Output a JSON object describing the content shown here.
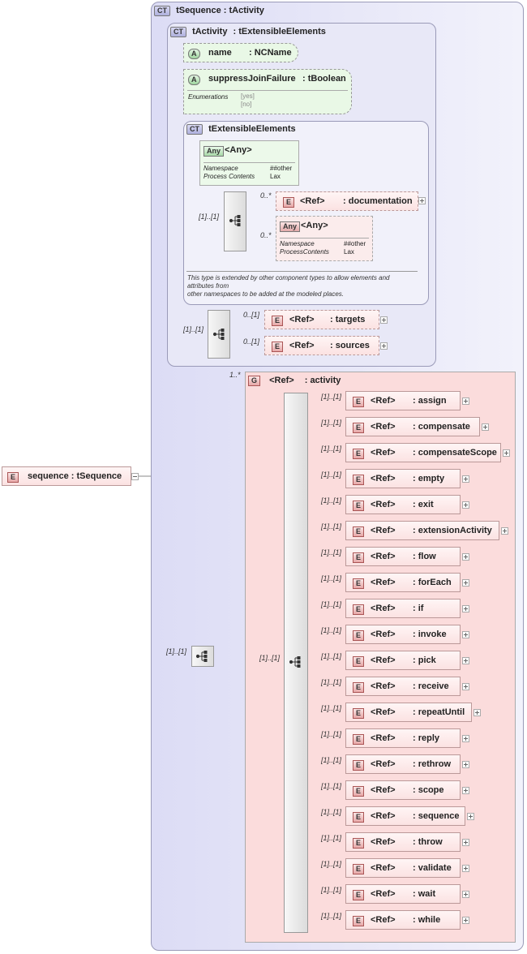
{
  "root": {
    "label": "sequence : tSequence",
    "badge": "E"
  },
  "tsequence": {
    "badge": "CT",
    "title": "tSequence : tActivity"
  },
  "tactivity": {
    "badge": "CT",
    "title_name": "tActivity",
    "title_type": ": tExtensibleElements",
    "attr_name": {
      "badge": "A",
      "name": "name",
      "type": ": NCName"
    },
    "attr_suppress": {
      "badge": "A",
      "name": "suppressJoinFailure",
      "type": ": tBoolean",
      "enum_label": "Enumerations",
      "enum_values": [
        "[yes]",
        "[no]"
      ]
    },
    "ext": {
      "badge": "CT",
      "title": "tExtensibleElements",
      "any1": {
        "badge": "Any",
        "label": "<Any>",
        "ns_label": "Namespace",
        "ns_value": "##other",
        "pc_label": "Process Contents",
        "pc_value": "Lax"
      },
      "seq_mult": "[1]..[1]",
      "doc": {
        "mult": "0..*",
        "badge": "E",
        "ref": "<Ref>",
        "name": ": documentation"
      },
      "any2": {
        "mult": "0..*",
        "badge": "Any",
        "label": "<Any>",
        "ns_label": "Namespace",
        "ns_value": "##other",
        "pc_label": "ProcessContents",
        "pc_value": "Lax"
      },
      "desc": [
        "This type is extended by other component types to allow elements and",
        "attributes from",
        "other namespaces to be added at the modeled places."
      ]
    },
    "seq_mult": "[1]..[1]",
    "targets": {
      "mult": "0..[1]",
      "badge": "E",
      "ref": "<Ref>",
      "name": ": targets"
    },
    "sources": {
      "mult": "0..[1]",
      "badge": "E",
      "ref": "<Ref>",
      "name": ": sources"
    }
  },
  "outer_seq_mult": "[1]..[1]",
  "group": {
    "mult": "1..*",
    "badge": "G",
    "ref": "<Ref>",
    "name": ": activity",
    "choice_mult": "[1]..[1]"
  },
  "activities": [
    {
      "mult": "[1]..[1]",
      "badge": "E",
      "ref": "<Ref>",
      "name": ": assign"
    },
    {
      "mult": "[1]..[1]",
      "badge": "E",
      "ref": "<Ref>",
      "name": ": compensate"
    },
    {
      "mult": "[1]..[1]",
      "badge": "E",
      "ref": "<Ref>",
      "name": ": compensateScope"
    },
    {
      "mult": "[1]..[1]",
      "badge": "E",
      "ref": "<Ref>",
      "name": ": empty"
    },
    {
      "mult": "[1]..[1]",
      "badge": "E",
      "ref": "<Ref>",
      "name": ": exit"
    },
    {
      "mult": "[1]..[1]",
      "badge": "E",
      "ref": "<Ref>",
      "name": ": extensionActivity"
    },
    {
      "mult": "[1]..[1]",
      "badge": "E",
      "ref": "<Ref>",
      "name": ": flow"
    },
    {
      "mult": "[1]..[1]",
      "badge": "E",
      "ref": "<Ref>",
      "name": ": forEach"
    },
    {
      "mult": "[1]..[1]",
      "badge": "E",
      "ref": "<Ref>",
      "name": ": if"
    },
    {
      "mult": "[1]..[1]",
      "badge": "E",
      "ref": "<Ref>",
      "name": ": invoke"
    },
    {
      "mult": "[1]..[1]",
      "badge": "E",
      "ref": "<Ref>",
      "name": ": pick"
    },
    {
      "mult": "[1]..[1]",
      "badge": "E",
      "ref": "<Ref>",
      "name": ": receive"
    },
    {
      "mult": "[1]..[1]",
      "badge": "E",
      "ref": "<Ref>",
      "name": ": repeatUntil"
    },
    {
      "mult": "[1]..[1]",
      "badge": "E",
      "ref": "<Ref>",
      "name": ": reply"
    },
    {
      "mult": "[1]..[1]",
      "badge": "E",
      "ref": "<Ref>",
      "name": ": rethrow"
    },
    {
      "mult": "[1]..[1]",
      "badge": "E",
      "ref": "<Ref>",
      "name": ": scope"
    },
    {
      "mult": "[1]..[1]",
      "badge": "E",
      "ref": "<Ref>",
      "name": ": sequence"
    },
    {
      "mult": "[1]..[1]",
      "badge": "E",
      "ref": "<Ref>",
      "name": ": throw"
    },
    {
      "mult": "[1]..[1]",
      "badge": "E",
      "ref": "<Ref>",
      "name": ": validate"
    },
    {
      "mult": "[1]..[1]",
      "badge": "E",
      "ref": "<Ref>",
      "name": ": wait"
    },
    {
      "mult": "[1]..[1]",
      "badge": "E",
      "ref": "<Ref>",
      "name": ": while"
    }
  ]
}
